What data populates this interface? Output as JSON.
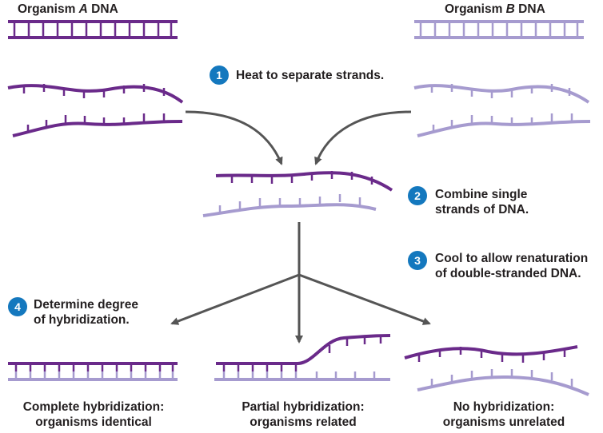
{
  "headers": {
    "org_a_prefix": "Organism ",
    "org_a_letter": "A",
    "org_a_suffix": " DNA",
    "org_b_prefix": "Organism ",
    "org_b_letter": "B",
    "org_b_suffix": " DNA"
  },
  "steps": [
    {
      "number": "1",
      "line1": "Heat to separate strands.",
      "line2": ""
    },
    {
      "number": "2",
      "line1": "Combine single",
      "line2": "strands of DNA."
    },
    {
      "number": "3",
      "line1": "Cool to allow renaturation",
      "line2": "of double-stranded DNA."
    },
    {
      "number": "4",
      "line1": "Determine degree",
      "line2": "of hybridization."
    }
  ],
  "outcomes": [
    {
      "line1": "Complete hybridization:",
      "line2": "organisms identical"
    },
    {
      "line1": "Partial hybridization:",
      "line2": "organisms related"
    },
    {
      "line1": "No hybridization:",
      "line2": "organisms unrelated"
    }
  ],
  "colors": {
    "organism_a": "#6a2a8a",
    "organism_b": "#a69bcf",
    "arrow": "#555555",
    "step_badge": "#1478be"
  }
}
